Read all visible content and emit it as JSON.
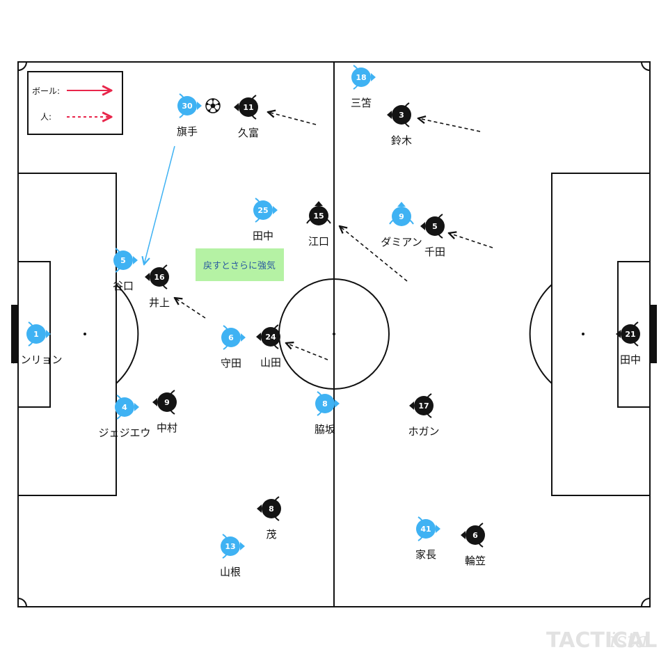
{
  "legend": {
    "ball_label": "ボール:",
    "person_label": "人:",
    "ball_color": "#e8254a",
    "person_color": "#e8254a"
  },
  "note": {
    "text": "戻すとさらに強気",
    "bg": "#b5f2a4"
  },
  "logo": {
    "main": "TACTICAL",
    "suffix": "ista"
  },
  "colors": {
    "team_a": "#3fb2f3",
    "team_b": "#141414",
    "pass_line": "#3fb2f3",
    "pitch_line": "#111111"
  },
  "ball": {
    "icon": "soccer-ball-icon"
  },
  "players": {
    "blue_1": {
      "number": "1",
      "name": "ソンリョン"
    },
    "blue_5": {
      "number": "5",
      "name": "谷口"
    },
    "blue_4": {
      "number": "4",
      "name": "ジェジエウ"
    },
    "blue_30": {
      "number": "30",
      "name": "旗手"
    },
    "blue_25": {
      "number": "25",
      "name": "田中"
    },
    "blue_6": {
      "number": "6",
      "name": "守田"
    },
    "blue_13": {
      "number": "13",
      "name": "山根"
    },
    "blue_18": {
      "number": "18",
      "name": "三笘"
    },
    "blue_9": {
      "number": "9",
      "name": "ダミアン"
    },
    "blue_8": {
      "number": "8",
      "name": "脇坂"
    },
    "blue_41": {
      "number": "41",
      "name": "家長"
    },
    "black_11": {
      "number": "11",
      "name": "久富"
    },
    "black_16": {
      "number": "16",
      "name": "井上"
    },
    "black_9": {
      "number": "9",
      "name": "中村"
    },
    "black_15": {
      "number": "15",
      "name": "江口"
    },
    "black_24": {
      "number": "24",
      "name": "山田"
    },
    "black_8": {
      "number": "8",
      "name": "茂"
    },
    "black_3": {
      "number": "3",
      "name": "鈴木"
    },
    "black_5": {
      "number": "5",
      "name": "千田"
    },
    "black_17": {
      "number": "17",
      "name": "ホガン"
    },
    "black_6": {
      "number": "6",
      "name": "輪笠"
    },
    "black_21": {
      "number": "21",
      "name": "田中"
    }
  }
}
